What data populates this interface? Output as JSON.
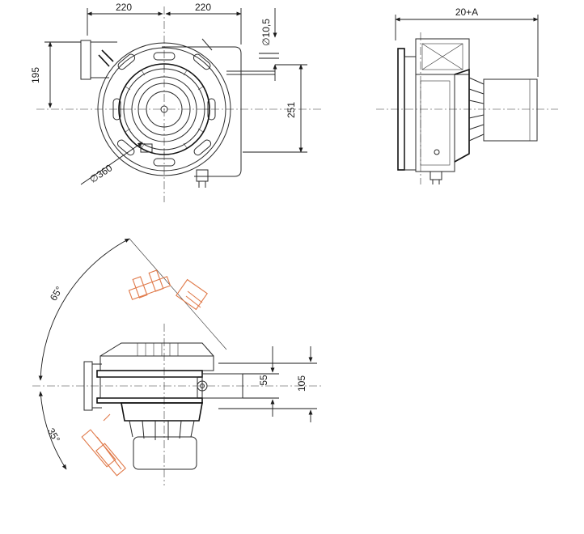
{
  "colors": {
    "line": "#1a1a1a",
    "accent": "#e07a4a",
    "background": "#ffffff"
  },
  "front_view": {
    "dim_left_width": "220",
    "dim_right_width": "220",
    "dim_height_top": "195",
    "dim_height_right": "251",
    "dim_hole": "∅10,5",
    "dim_diameter": "∅360"
  },
  "side_view": {
    "dim_depth": "20+A"
  },
  "tilt_view": {
    "angle_up": "65°",
    "angle_down": "35°",
    "dim_inner": "55",
    "dim_outer": "105"
  }
}
